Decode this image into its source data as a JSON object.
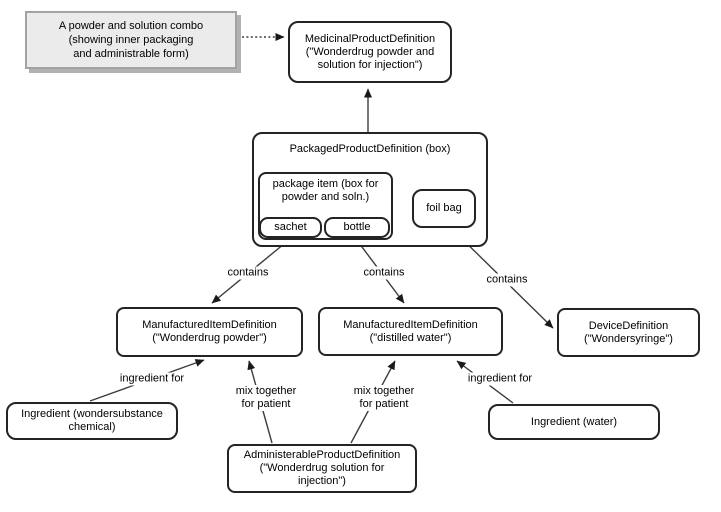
{
  "note": {
    "text": "A powder and solution combo\n(showing inner packaging\nand administrable form)"
  },
  "nodes": {
    "medicinal_product": {
      "label": "MedicinalProductDefinition\n(\"Wonderdrug powder and\nsolution for injection\")"
    },
    "packaged_product": {
      "label": "PackagedProductDefinition (box)"
    },
    "package_item": {
      "label": "package item (box for\npowder and soln.)"
    },
    "sachet": {
      "label": "sachet"
    },
    "bottle": {
      "label": "bottle"
    },
    "foil_bag": {
      "label": "foil bag"
    },
    "manufactured_powder": {
      "label": "ManufacturedItemDefinition\n(\"Wonderdrug powder\")"
    },
    "manufactured_water": {
      "label": "ManufacturedItemDefinition\n(\"distilled water\")"
    },
    "device": {
      "label": "DeviceDefinition\n(\"Wondersyringe\")"
    },
    "ingredient_chemical": {
      "label": "Ingredient (wondersubstance\nchemical)"
    },
    "ingredient_water": {
      "label": "Ingredient (water)"
    },
    "administrable_product": {
      "label": "AdministerableProductDefinition\n(\"Wonderdrug solution for\ninjection\")"
    }
  },
  "edge_labels": {
    "contains_left": "contains",
    "contains_center": "contains",
    "contains_right": "contains",
    "ingredient_for_left": "ingredient for",
    "ingredient_for_right": "ingredient for",
    "mix_together_left": "mix together\nfor patient",
    "mix_together_right": "mix together\nfor patient"
  },
  "colors": {
    "box_border": "#242424",
    "box_fill": "#ffffff",
    "note_fill": "#ebebeb",
    "note_border": "#a3a3a3",
    "note_shadow": "#b1b1b1",
    "edge_line": "#3d3d3d",
    "arrowhead": "#1a1a1a",
    "text": "#000000"
  }
}
